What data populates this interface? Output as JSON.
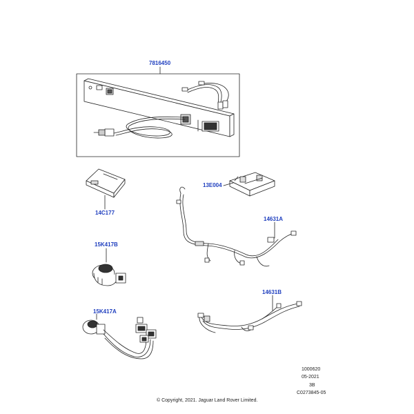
{
  "callouts": {
    "main_kit": "7816450",
    "module": "14C177",
    "bracket": "13E004",
    "socket": "15K417B",
    "socket_harness": "15K417A",
    "harness_a": "14631A",
    "harness_b": "14631B"
  },
  "meta": {
    "line1": "1000620",
    "line2": "05-2021",
    "line3": "3B",
    "line4": "C0273845-05"
  },
  "copyright": "© Copyright, 2021. Jaguar Land Rover Limited.",
  "colors": {
    "callout": "#1f3fbf",
    "line": "#222222"
  }
}
